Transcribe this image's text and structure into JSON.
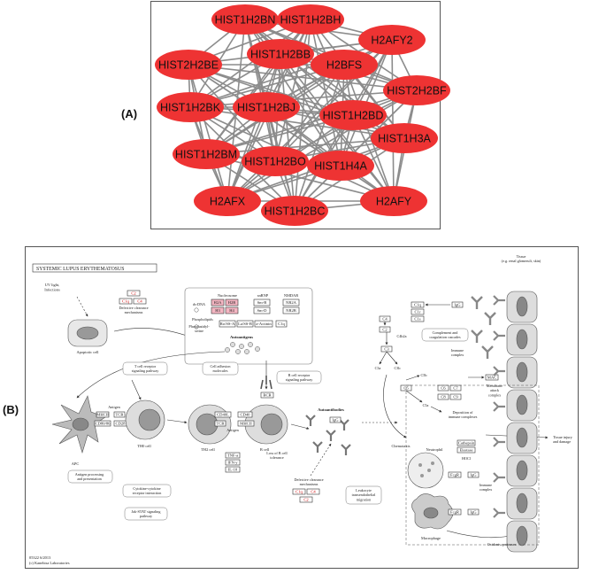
{
  "panel_a": {
    "label": "(A)",
    "nodes": [
      {
        "id": "n0",
        "label": "HIST1H2BN"
      },
      {
        "id": "n1",
        "label": "HIST1H2BH"
      },
      {
        "id": "n2",
        "label": "H2AFY2"
      },
      {
        "id": "n3",
        "label": "HIST2H2BE"
      },
      {
        "id": "n4",
        "label": "HIST1H2BB"
      },
      {
        "id": "n5",
        "label": "H2BFS"
      },
      {
        "id": "n6",
        "label": "HIST2H2BF"
      },
      {
        "id": "n7",
        "label": "HIST1H2BK"
      },
      {
        "id": "n8",
        "label": "HIST1H2BJ"
      },
      {
        "id": "n9",
        "label": "HIST1H2BD"
      },
      {
        "id": "n10",
        "label": "HIST1H3A"
      },
      {
        "id": "n11",
        "label": "HIST1H2BM"
      },
      {
        "id": "n12",
        "label": "HIST1H2BO"
      },
      {
        "id": "n13",
        "label": "HIST1H4A"
      },
      {
        "id": "n14",
        "label": "H2AFX"
      },
      {
        "id": "n15",
        "label": "HIST1H2BC"
      },
      {
        "id": "n16",
        "label": "H2AFY"
      }
    ],
    "node_color": "#ee3333",
    "edge_color": "#8c8c8c"
  },
  "panel_b": {
    "label": "(B)",
    "title": "SYSTEMIC LUPUS ERYTHEMATOSUS",
    "footer_id": "05322 6/2013",
    "footer_copyright": "(c) Kanehisa Laboratories",
    "highlight_color": "#f4b6c2",
    "labels": {
      "uv": "UV light,\nInfections",
      "c2": "C2",
      "c1q_top": "C1q",
      "c4_top": "C4",
      "defective_top": "Defective clearance\nmechanisms",
      "apoptotic": "Apoptotic cell",
      "nucleosome": "Nucleosome",
      "ds_dna": "ds-DNA",
      "h2a": "H2A",
      "h2b": "H2B",
      "h3": "H3",
      "h4": "H4",
      "snrnp": "snRNP",
      "smb": "Sm-B",
      "smd": "Sm-D",
      "nmdar": "NMDAR",
      "nr2a": "NR2A",
      "nr2b": "NR2B",
      "phospholipids": "Phospholipids",
      "phosphatidyl": "Phosphatidyl-\nserine",
      "ro": "Ro/SS-A",
      "la": "La/SS-B",
      "actinin": "a-Actinin",
      "c1q_box": "C1q",
      "autoantigens": "Autoantigens",
      "tcr_path": "T cell receptor\nsignaling pathway",
      "cam": "Cell adhesion\nmolecules",
      "bcr_path": "B cell receptor\nsignaling pathway",
      "autoantibodies": "Autoantibodies",
      "antigen": "Antigen",
      "mhc2": "MHCII",
      "tcr": "TCR",
      "cd80": "CD80/86",
      "cd28": "CD28",
      "apc": "APC",
      "th0": "TH0 cell",
      "ap_path": "Antigen processing\nand presentation",
      "cd40l": "CD40L",
      "cd40": "CD40",
      "tcr2": "TCR",
      "mhc2b": "MHCII",
      "antigen2": "Antigen",
      "th2": "TH2 cell",
      "bcell": "B cell",
      "bcr": "BCR",
      "tnfa": "TNF-a",
      "ifng": "IFN-y",
      "il10": "IL-10",
      "loss_tol": "Loss of B cell\ntolerance",
      "cyto_path": "Cytokine-cytokine\nreceptor interaction",
      "jak_path": "Jak-STAT signaling\npathway",
      "igg": "IgG",
      "defective_bot": "Defective clearance\nmechanisms",
      "c1q_bot": "C1q",
      "c4_bot": "C4",
      "c2_bot": "C2",
      "leuko": "Leukocyte\ntransendothelial\nmigration",
      "c1q_r": "C1q",
      "c1r": "C1r",
      "c1s": "C1s",
      "igg_r": "IgG",
      "tissue": "Tissue\n(e.g. renal glomeruli, skin)",
      "c4": "C4",
      "c2r": "C2",
      "c4b2a": "C4b2a",
      "c3": "C3",
      "c3a": "C3a",
      "c3b": "C3b",
      "c5": "C5",
      "c5a": "C5a",
      "c5b": "C5b",
      "c6": "C6",
      "c7": "C7",
      "c8": "C8",
      "c9": "C9",
      "mac": "MAC",
      "compl": "Complement and\ncoagulation cascades",
      "immune_complex": "Immune\ncomplex",
      "mac_desc": "Membrane\nattack\ncomplex",
      "deposition": "Deposition of\nimmune complexes",
      "tissue_injury": "Tissue injury\nand damage",
      "chemotaxis": "Chemotaxis",
      "neutrophil": "Neutrophil",
      "cathepsin": "Cathepsin",
      "elastase": "Elastase",
      "hocl": "HOCl",
      "fcgr": "FcgR",
      "igg_n": "IgG",
      "immune_complex2": "Immune\ncomplex",
      "fcgr2": "FcgR",
      "igg_m": "IgG",
      "macrophage": "Macrophage",
      "oxidants": "Oxidants, proteases"
    }
  }
}
